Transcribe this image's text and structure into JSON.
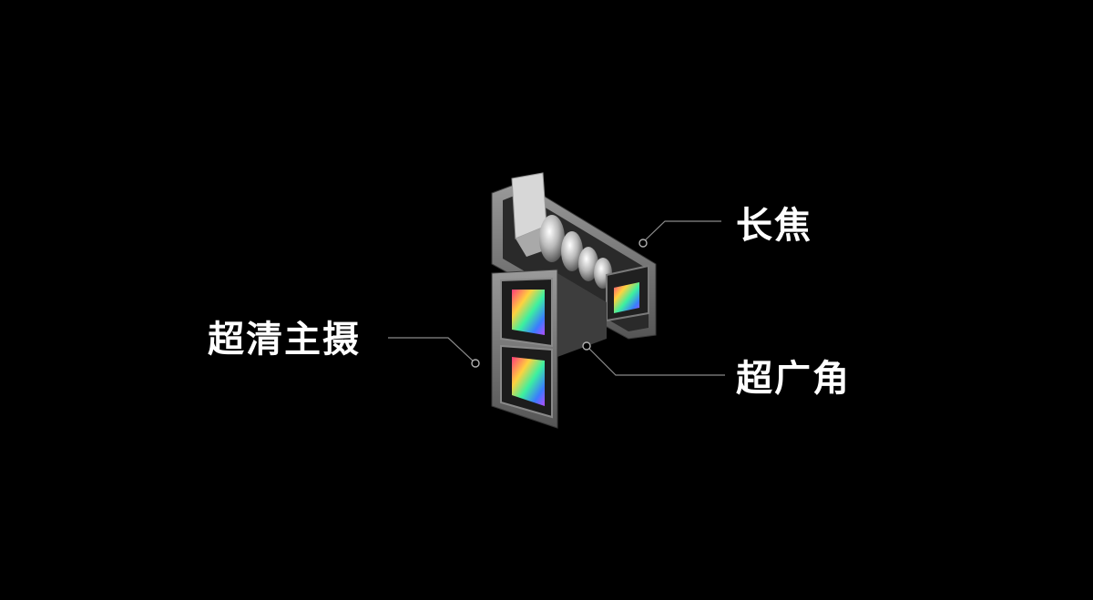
{
  "callouts": {
    "telephoto": "长焦",
    "main_camera": "超清主摄",
    "ultra_wide": "超广角"
  },
  "image": {
    "subject": "camera-module-render",
    "background_color": "#000000",
    "line_color": "#8a8a8a",
    "sensor_colors": [
      "#ff3b7a",
      "#ffd23f",
      "#3cf0a0",
      "#3b7bff",
      "#b54bff"
    ]
  }
}
